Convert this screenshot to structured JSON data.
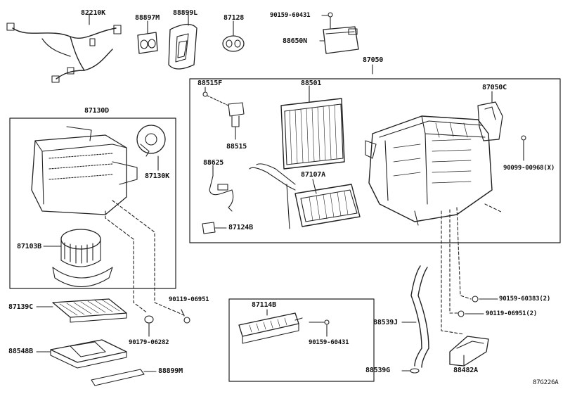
{
  "labels": {
    "p82210K": "82210K",
    "p88897M": "88897M",
    "p88899L": "88899L",
    "p87128": "87128",
    "p90159_60431_top": "90159-60431",
    "p88650N": "88650N",
    "p87050": "87050",
    "p87130D": "87130D",
    "p88515F": "88515F",
    "p88501": "88501",
    "p87050C": "87050C",
    "p88515": "88515",
    "p87130K": "87130K",
    "p90099_00968": "90099-00968(X)",
    "p88625": "88625",
    "p87107A": "87107A",
    "p87124B": "87124B",
    "p87103B": "87103B",
    "p87139C": "87139C",
    "p90119_06951_left": "90119-06951",
    "p87114B": "87114B",
    "p90159_60383": "90159-60383(2)",
    "p90119_06951_right": "90119-06951(2)",
    "p88539J": "88539J",
    "p90179_06282": "90179-06282",
    "p90159_60431_bottom": "90159-60431",
    "p88548B": "88548B",
    "p88899M": "88899M",
    "p88539G": "88539G",
    "p88482A": "88482A",
    "diagram_code": "87G226A"
  }
}
